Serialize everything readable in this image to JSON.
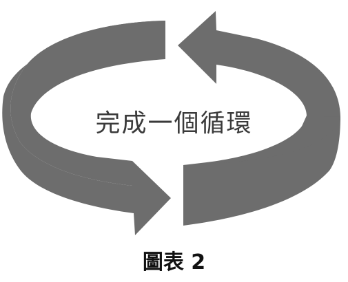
{
  "diagram": {
    "center_text": "完成一個循環",
    "caption": "圖表 2",
    "arrow_color": "#6d6d6d",
    "text_color": "#3a3a3a",
    "arrows": [
      {
        "name": "top-cycle-arrow",
        "direction": "counterclockwise-left",
        "icon": "curved-arrow-icon"
      },
      {
        "name": "bottom-cycle-arrow",
        "direction": "counterclockwise-right",
        "icon": "curved-arrow-icon"
      }
    ]
  }
}
